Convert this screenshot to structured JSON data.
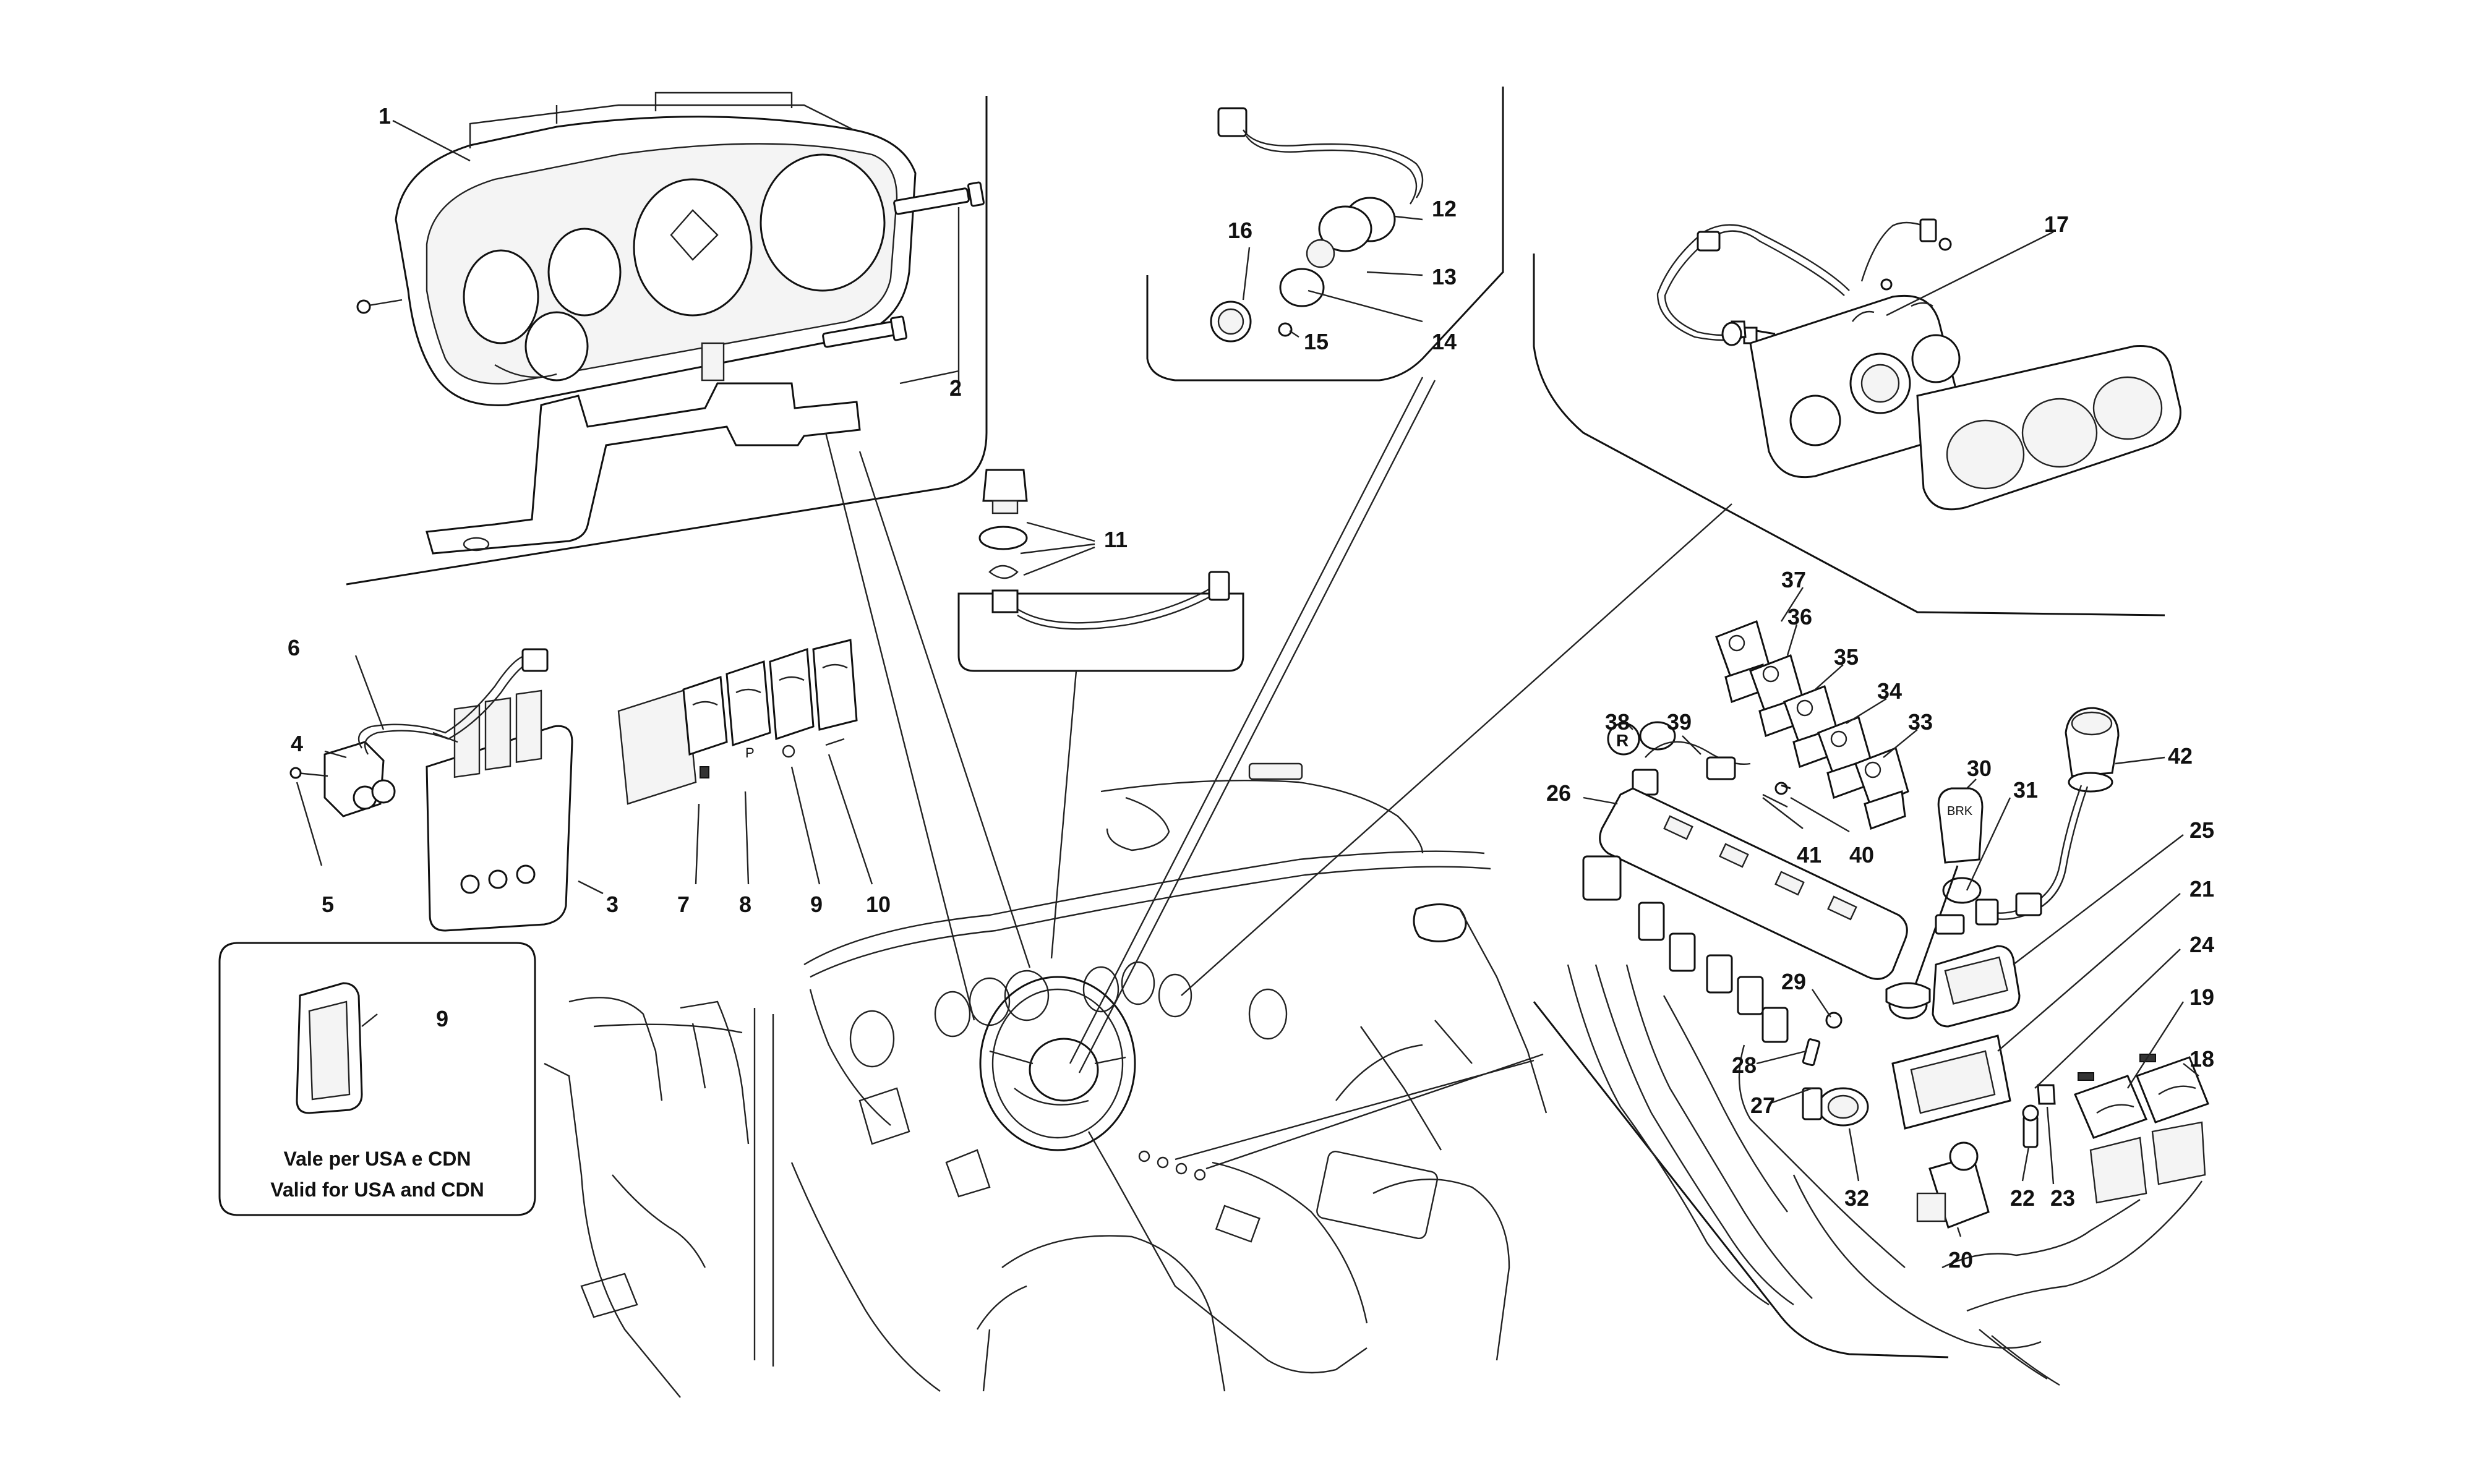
{
  "part_numbers": [
    "1",
    "2",
    "3",
    "4",
    "5",
    "6",
    "7",
    "8",
    "9",
    "10",
    "11",
    "12",
    "13",
    "14",
    "15",
    "16",
    "17",
    "18",
    "19",
    "20",
    "21",
    "22",
    "23",
    "24",
    "25",
    "26",
    "27",
    "28",
    "29",
    "30",
    "31",
    "32",
    "33",
    "34",
    "35",
    "36",
    "37",
    "38",
    "39",
    "40",
    "41",
    "42"
  ],
  "inset_part_number": "9",
  "note_line_1": "Vale per USA e CDN",
  "note_line_2": "Valid for USA and CDN"
}
